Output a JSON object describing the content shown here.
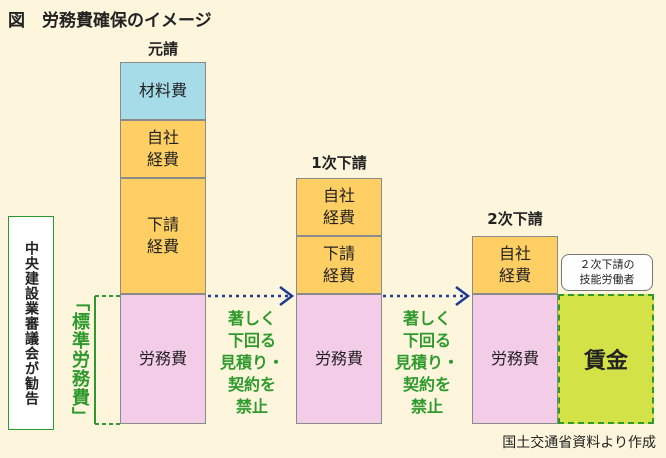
{
  "title": "図　労務費確保のイメージ",
  "notice_text": "中央建設業審議会が勧告",
  "standard_label": "「標準労務費」",
  "columns": {
    "prime": {
      "label": "元請",
      "segments": [
        "材料費",
        "自社\n経費",
        "下請\n経費",
        "労務費"
      ]
    },
    "first_sub": {
      "label": "1次下請",
      "segments": [
        "自社\n経費",
        "下請\n経費",
        "労務費"
      ]
    },
    "second_sub": {
      "label": "2次下請",
      "segments": [
        "自社\n経費",
        "労務費"
      ]
    }
  },
  "prohibition_text": "著しく\n下回る\n見積り・\n契約を\n禁止",
  "callout_text": "２次下請の\n技能労働者",
  "wage_label": "賃金",
  "source": "国土交通省資料より作成",
  "colors": {
    "background": "#fdf6dc",
    "material": "#a6dbe8",
    "overhead": "#ffcf63",
    "labor": "#f3cce8",
    "wage": "#d2e247",
    "accent_green": "#2e9a2e",
    "arrow": "#1f3a93"
  }
}
